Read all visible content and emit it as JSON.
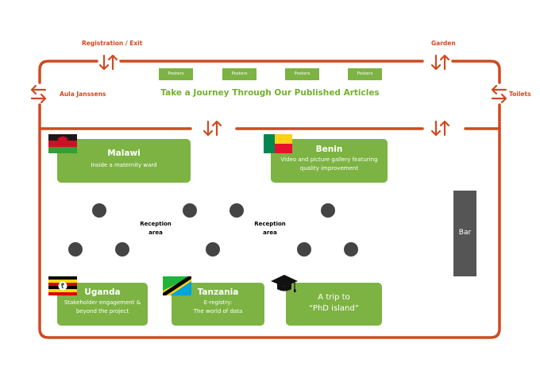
{
  "labels": {
    "registration": "Registration / Exit",
    "garden": "Garden",
    "aula": "Aula Janssens",
    "toilets": "Toilets",
    "title": "Take a Journey Through Our Published Articles",
    "reception1_line1": "Reception",
    "reception1_line2": "area",
    "reception2_line1": "Reception",
    "reception2_line2": "area",
    "bar": "Bar"
  },
  "posters": [
    "Posters",
    "Posters",
    "Posters",
    "Posters"
  ],
  "cards": [
    {
      "title": "Malawi",
      "subtitle1": "Inside a maternity ward",
      "subtitle2": ""
    },
    {
      "title": "Benin",
      "subtitle1": "Video and picture gallery featuring",
      "subtitle2": "quality improvement"
    },
    {
      "title": "Uganda",
      "subtitle1": "Stakeholder engagement &",
      "subtitle2": "beyond the project"
    },
    {
      "title": "Tanzania",
      "subtitle1": "E-registry:",
      "subtitle2": "The world of data"
    },
    {
      "title": "A trip to",
      "subtitle1": "“PhD island”",
      "subtitle2": ""
    }
  ],
  "colors": {
    "accent": "#cf4a1f",
    "green": "#7cb342",
    "title_green": "#74b02f",
    "table": "#444444",
    "bar": "#555555"
  },
  "icons": [
    "up-down-arrows-icon",
    "left-right-arrows-icon",
    "malawi-flag-icon",
    "benin-flag-icon",
    "uganda-flag-icon",
    "tanzania-flag-icon",
    "graduation-cap-icon"
  ]
}
